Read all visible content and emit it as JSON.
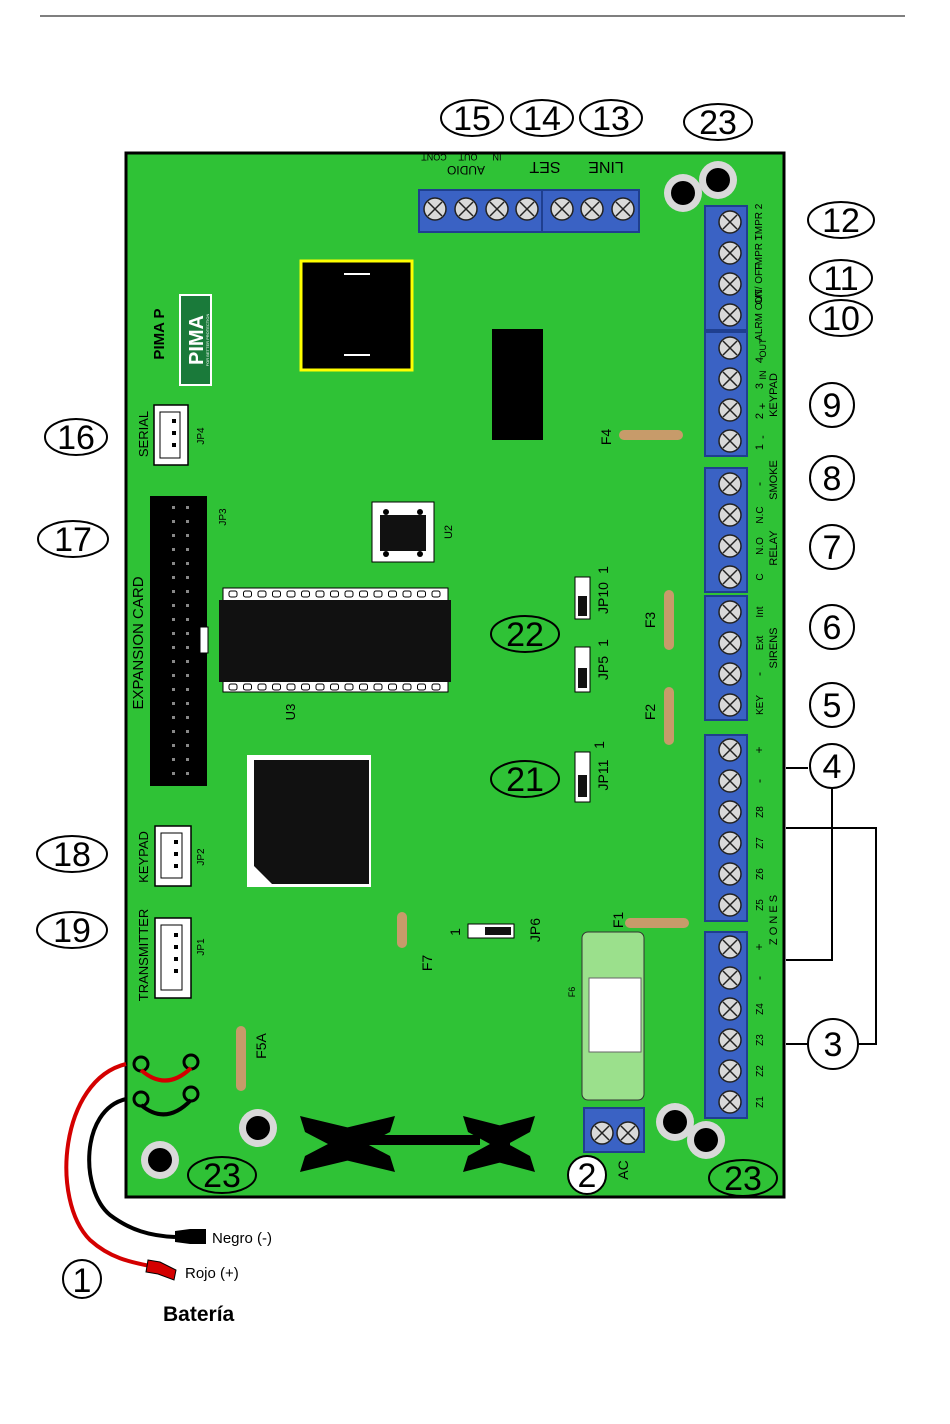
{
  "colors": {
    "board": "#2fc236",
    "terminal": "#3a62c4",
    "terminal_dark": "#1f3f8f",
    "fuse": "#c79b6a",
    "chip": "#111111",
    "highlight": "#ffff00"
  },
  "board": {
    "brand": "PIMA P",
    "logo_text": "PIMA",
    "logo_tagline": "FOR BETTER PROTECTION",
    "top_terminals": {
      "audio_title": "AUDIO",
      "audio": [
        "CONT",
        "OUT",
        "IN"
      ],
      "set": "SET",
      "line": "LINE"
    },
    "right_terminals": {
      "tmpr2": "TMPR 2",
      "tmpr1": "TMPR 1",
      "on_off": "ON/ OFF",
      "alrm_out": "ALRM OUT",
      "keypad_pins": [
        "1",
        "2",
        "3",
        "4"
      ],
      "keypad_pin_signs": [
        "-",
        "+",
        "IN",
        "OUT"
      ],
      "keypad_title": "KEYPAD",
      "smoke_sign": "-",
      "smoke": "SMOKE",
      "relay_pins": [
        "C",
        "N.O",
        "N.C"
      ],
      "relay": "RELAY",
      "siren_pins": [
        "Int",
        "Ext",
        "-"
      ],
      "sirens": "SIRENS",
      "key": "KEY",
      "zone_pins_upper": [
        "+",
        "-",
        "Z8",
        "Z7",
        "Z6",
        "Z5"
      ],
      "zone_pins_lower": [
        "+",
        "-",
        "Z4",
        "Z3",
        "Z2",
        "Z1"
      ],
      "zones": "Z O N E S"
    },
    "left_labels": {
      "serial": "SERIAL",
      "jp4": "JP4",
      "jp3": "JP3",
      "expansion": "EXPANSION CARD",
      "keypad": "KEYPAD",
      "jp2": "JP2",
      "transmitter": "TRANSMITTER",
      "jp1": "JP1"
    },
    "chips": {
      "u2": "U2",
      "u3": "U3"
    },
    "jumpers": {
      "jp10": "JP10",
      "jp5": "JP5",
      "jp11": "JP11",
      "jp6": "JP6",
      "pin1": "1"
    },
    "fuses": {
      "f1": "F1",
      "f2": "F2",
      "f3": "F3",
      "f4": "F4",
      "f5a": "F5A",
      "f6": "F6",
      "f7": "F7"
    },
    "ac": "AC"
  },
  "callouts": [
    "1",
    "2",
    "3",
    "4",
    "5",
    "6",
    "7",
    "8",
    "9",
    "10",
    "11",
    "12",
    "13",
    "14",
    "15",
    "16",
    "17",
    "18",
    "19",
    "21",
    "22",
    "23"
  ],
  "battery": {
    "title": "Batería",
    "negative": "Negro (-)",
    "positive": "Rojo (+)"
  }
}
